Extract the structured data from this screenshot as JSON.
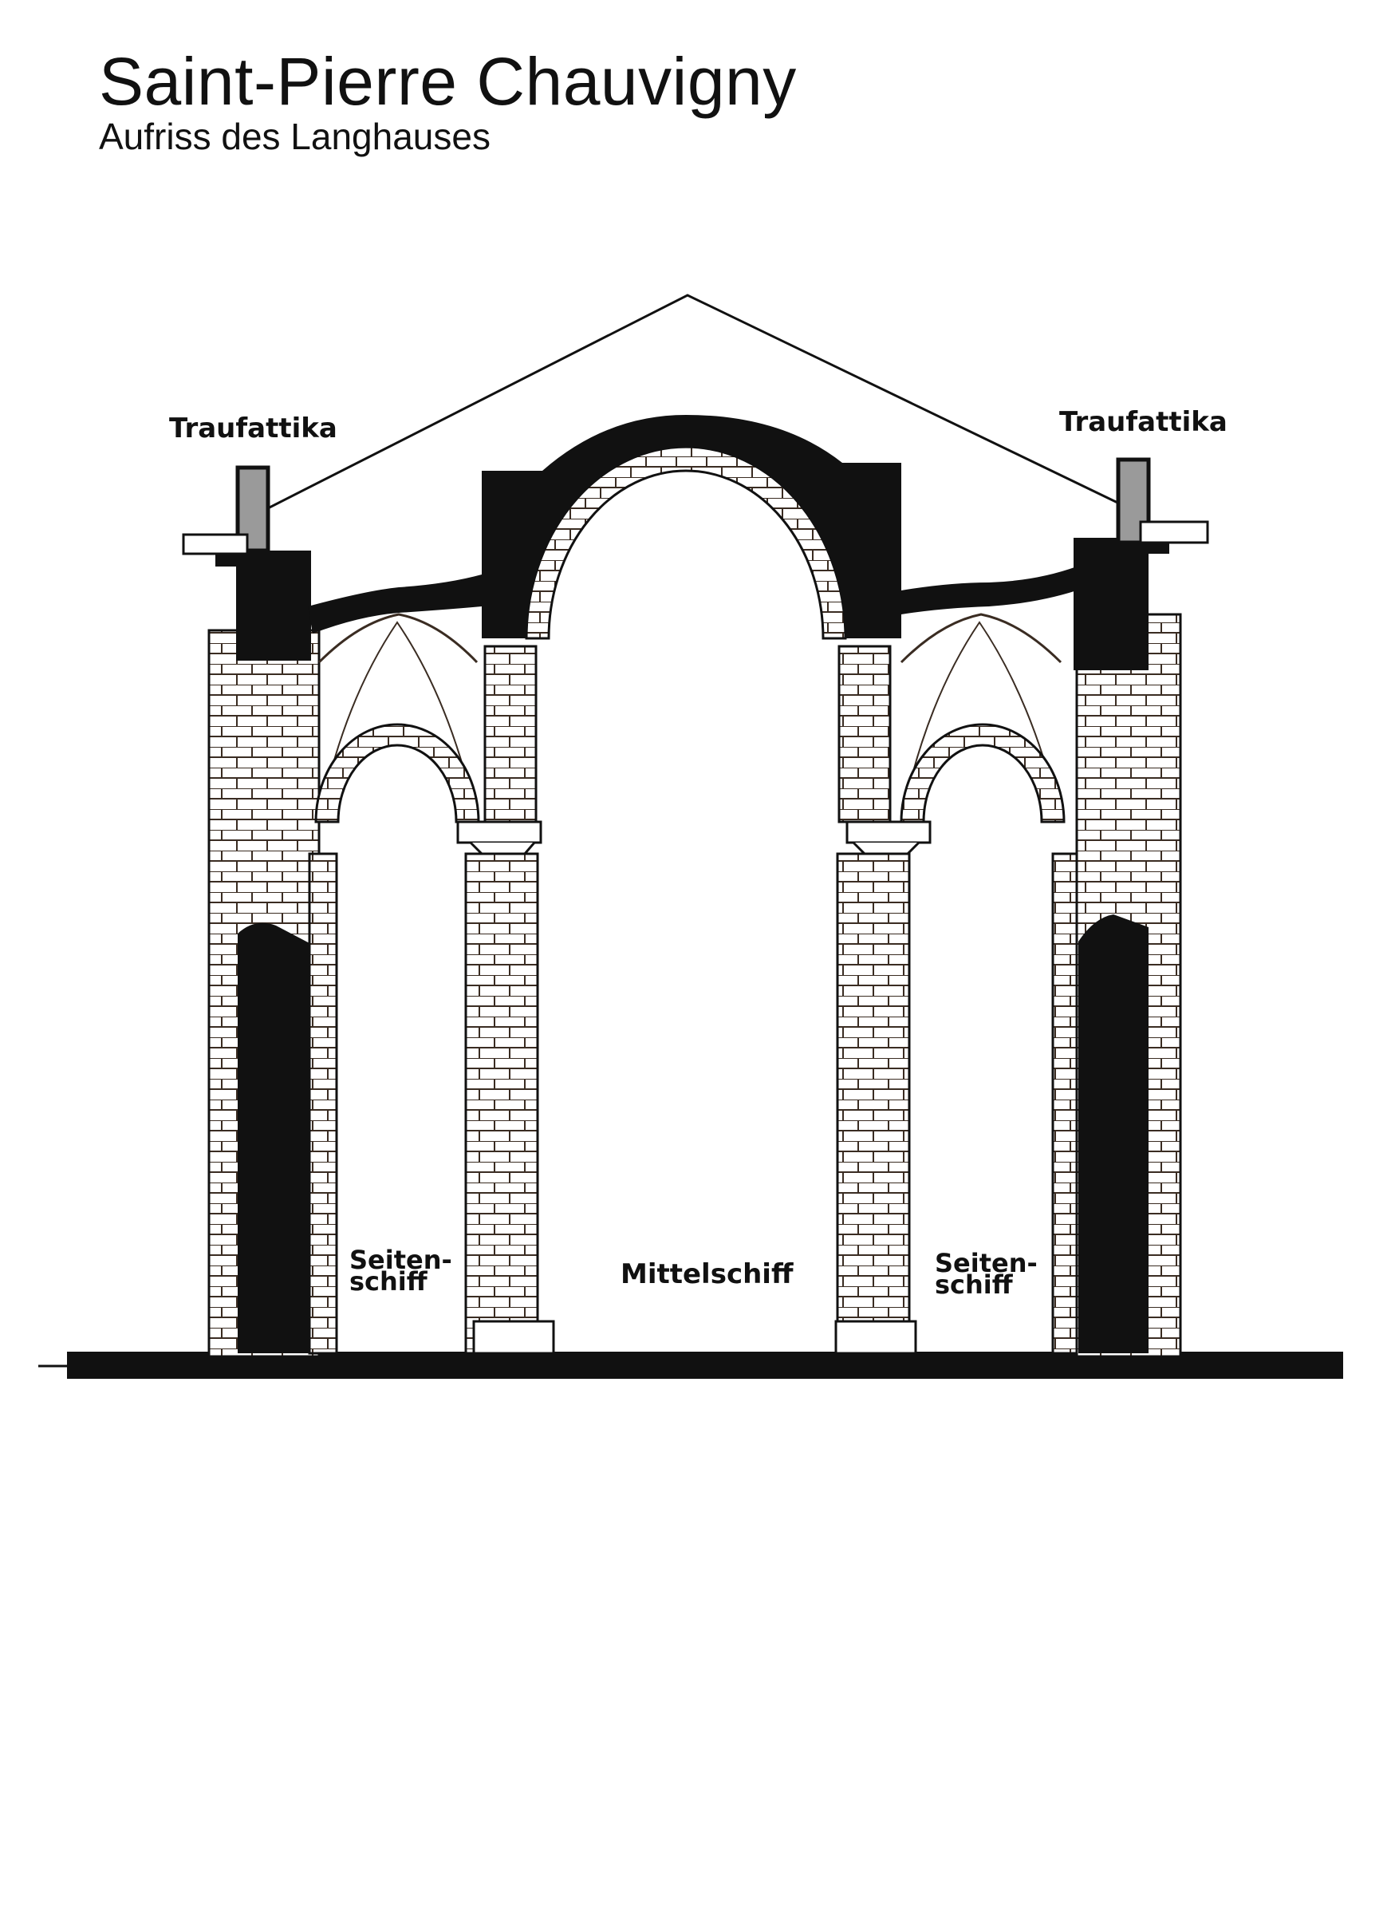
{
  "title": "Saint-Pierre Chauvigny",
  "subtitle": "Aufriss des Langhauses",
  "labels": {
    "traufattika_left": "Traufattika",
    "traufattika_right": "Traufattika",
    "seitenschiff_left": "Seiten-\nschiff",
    "mittelschiff": "Mittelschiff",
    "seitenschiff_right": "Seiten-\nschiff"
  },
  "colors": {
    "ink": "#111111",
    "stone_line": "#3a2c22",
    "parapet_grey": "#9a9a9a",
    "background": "#ffffff"
  }
}
